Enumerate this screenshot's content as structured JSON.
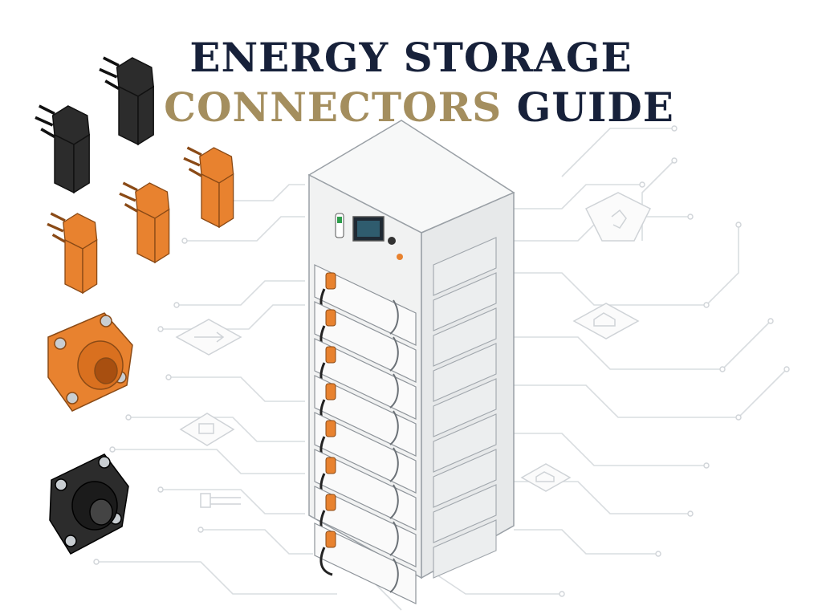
{
  "title": {
    "line1": "ENERGY STORAGE",
    "line2_highlight": "CONNECTORS",
    "line2_rest": "GUIDE"
  },
  "colors": {
    "navy": "#17213a",
    "gold": "#a48e5e",
    "orange": "#e8822f",
    "connector_black": "#2c2c2c",
    "cabinet": "#f3f4f4",
    "circuit": "#d9dde0"
  },
  "icons": [
    "circuit-background",
    "battery-cabinet-icon",
    "orange-right-angle-connector-icon",
    "black-right-angle-connector-icon",
    "orange-panel-socket-icon",
    "black-panel-socket-icon",
    "shield-icon",
    "switch-icon",
    "plug-icon",
    "house-icon"
  ]
}
